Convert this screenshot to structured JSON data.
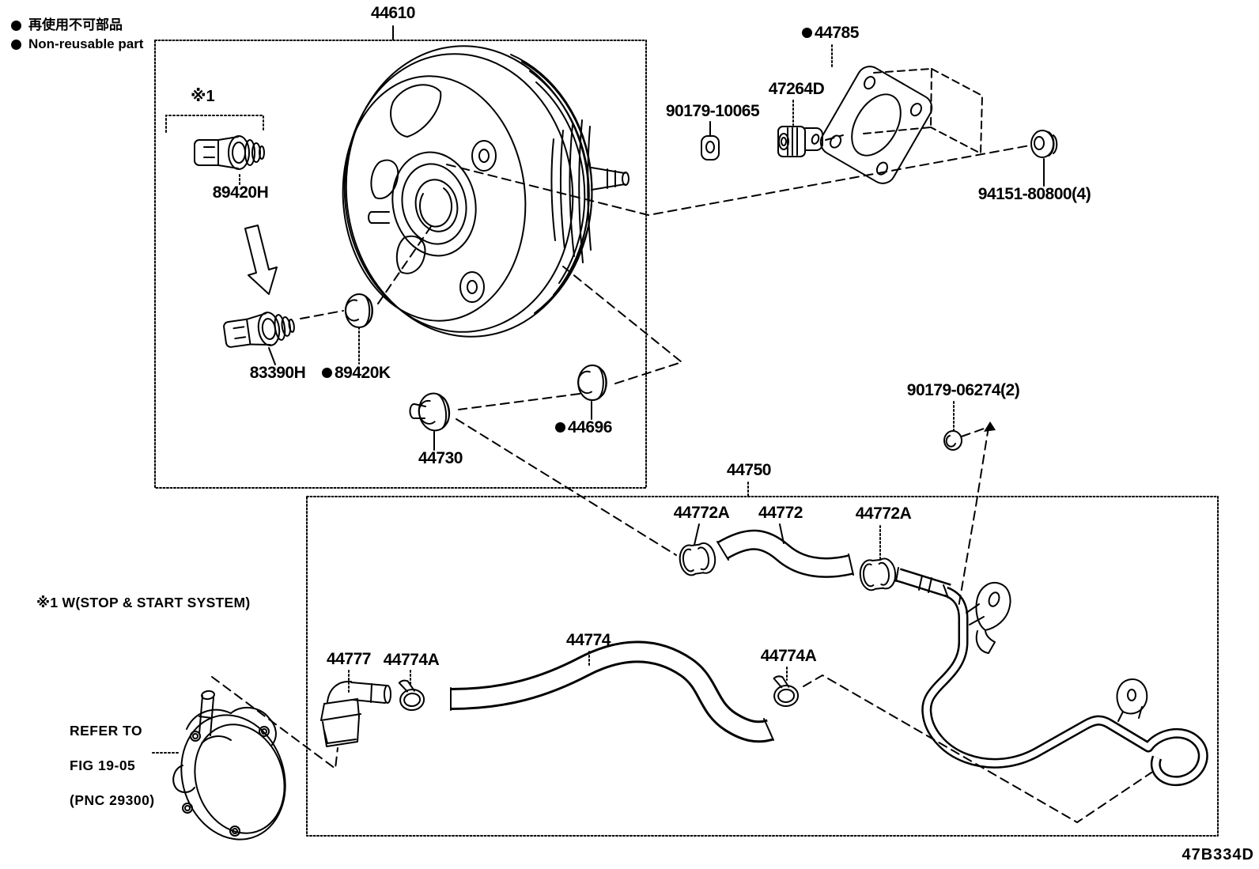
{
  "diagram": {
    "figure_code": "47B334D",
    "legend": {
      "jp": "再使用不可部品",
      "en": "Non-reusable part"
    },
    "notes": {
      "ref1": "※1",
      "stop_start": "※1 W(STOP & START SYSTEM)",
      "refer_line1": "REFER TO",
      "refer_line2": "FIG 19-05",
      "refer_line3": "(PNC 29300)"
    },
    "parts": {
      "p44610": "44610",
      "p89420H": "89420H",
      "p83390H": "83390H",
      "p89420K": "89420K",
      "p44730": "44730",
      "p44696": "44696",
      "p44785": "44785",
      "p47264D": "47264D",
      "p90179_10065": "90179-10065",
      "p94151_80800": "94151-80800(4)",
      "p90179_06274": "90179-06274(2)",
      "p44750": "44750",
      "p44772A": "44772A",
      "p44772": "44772",
      "p44774": "44774",
      "p44777": "44777",
      "p44774A": "44774A"
    },
    "colors": {
      "ink": "#000000",
      "paper": "#ffffff"
    }
  }
}
